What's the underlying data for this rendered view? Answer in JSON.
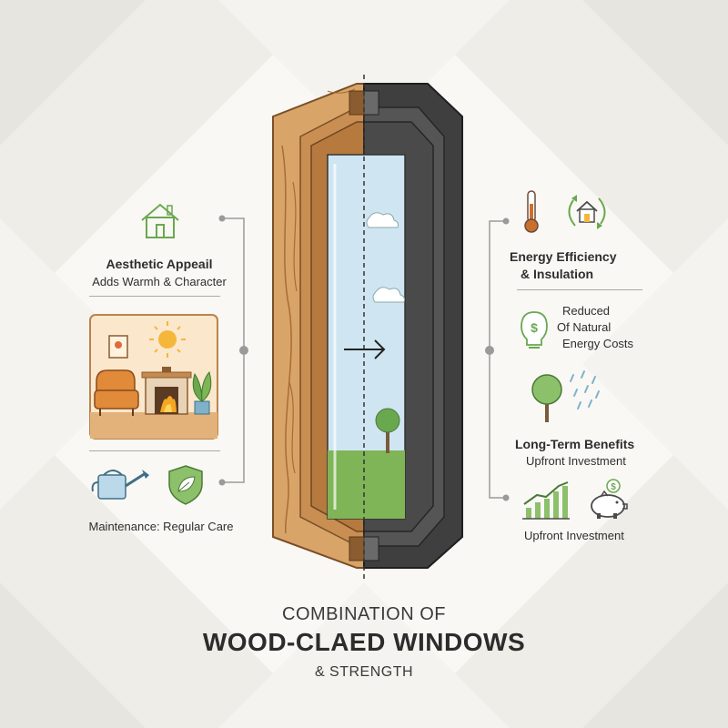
{
  "title": {
    "line1": "COMBINATION OF",
    "line2": "WOOD-CLAED WINDOWS",
    "line3": "& STRENGTH"
  },
  "left": {
    "aesthetic_title": "Aesthetic Appeail",
    "aesthetic_sub": "Adds Warmh & Character",
    "maintenance": "Maintenance: Regular Care"
  },
  "right": {
    "energy_title_1": "Energy Efficiency",
    "energy_title_2": "& Insulation",
    "reduced_1": "Reduced",
    "reduced_2": "Of Natural",
    "reduced_3": "Energy Costs",
    "longterm_title": "Long-Term Benefits",
    "longterm_sub": "Upfront Investment",
    "upfront": "Upfront Investment"
  },
  "icons": {
    "house": "house-icon",
    "room": "living-room-illustration",
    "watering_can": "watering-can-icon",
    "shield": "leaf-shield-icon",
    "thermometer": "thermometer-icon",
    "eco_house": "eco-house-icon",
    "money_bulb": "dollar-bulb-icon",
    "tree_rain": "tree-rain-icon",
    "growth_chart": "growth-chart-icon",
    "piggy_bank": "piggy-bank-icon"
  },
  "colors": {
    "wood": "#d9a468",
    "wood_dark": "#b67a3f",
    "aluminum": "#3d3d3d",
    "green": "#6aa84f",
    "sky": "#cfe6f2"
  }
}
